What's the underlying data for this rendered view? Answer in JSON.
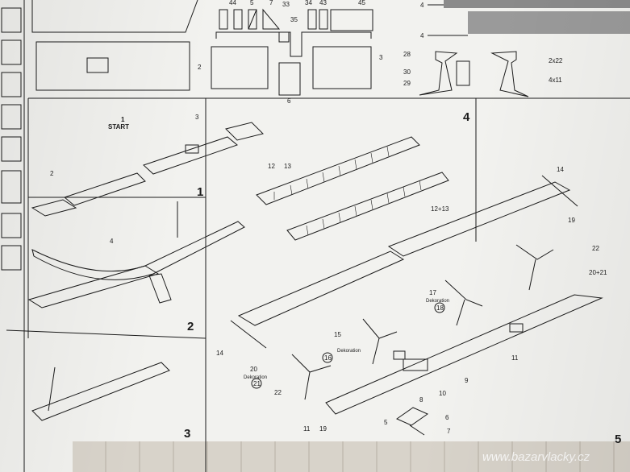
{
  "steps": {
    "s1": "1",
    "s2": "2",
    "s3": "3",
    "s4": "4",
    "s5": "5"
  },
  "start": {
    "number": "1",
    "label": "START"
  },
  "decoration_label": "Dekoration",
  "watermark": "www.bazarvlacky.cz",
  "top_labels": {
    "p44": "44",
    "p5": "5",
    "p7": "7",
    "p33": "33",
    "p35": "35",
    "p34": "34",
    "p43": "43",
    "p45": "45",
    "p2": "2",
    "p3": "3",
    "p6": "6",
    "p4a": "4",
    "p4b": "4",
    "p28": "28",
    "p30": "30",
    "p29": "29",
    "p2x22": "2x22",
    "p4x11": "4x11"
  },
  "step1_labels": {
    "p2": "2",
    "p3": "3"
  },
  "step2_labels": {
    "p4": "4"
  },
  "step4_labels": {
    "p12": "12",
    "p13": "13",
    "p12_13": "12+13",
    "p14a": "14",
    "p14b": "14",
    "p19a": "19",
    "p19b": "19",
    "p22a": "22",
    "p22b": "22",
    "p20_21": "20+21",
    "p17": "17",
    "p18": "18",
    "p15": "15",
    "p16": "16",
    "p20": "20",
    "p21": "21",
    "p11a": "11",
    "p11b": "11",
    "p9": "9",
    "p10": "10",
    "p8": "8",
    "p5": "5",
    "p6": "6",
    "p7": "7"
  },
  "colors": {
    "ink": "#1b1b1b",
    "paper": "#f2f2ef"
  }
}
